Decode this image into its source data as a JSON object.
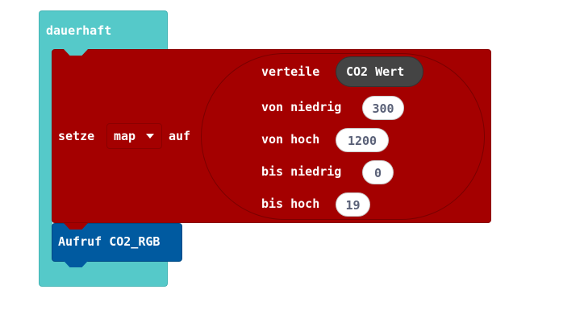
{
  "forever_block": {
    "label": "dauerhaft",
    "color": "#55c9c9"
  },
  "set_block": {
    "color": "#a40000",
    "set_label": "setze",
    "variable": "map",
    "to_label": "auf",
    "map_block": {
      "map_label": "verteile",
      "value_variable": "CO2 Wert",
      "from_low_label": "von niedrig",
      "from_low": "300",
      "from_high_label": "von hoch",
      "from_high": "1200",
      "to_low_label": "bis niedrig",
      "to_low": "0",
      "to_high_label": "bis hoch",
      "to_high": "19"
    }
  },
  "call_block": {
    "label": "Aufruf CO2_RGB",
    "color": "#005aa0"
  }
}
